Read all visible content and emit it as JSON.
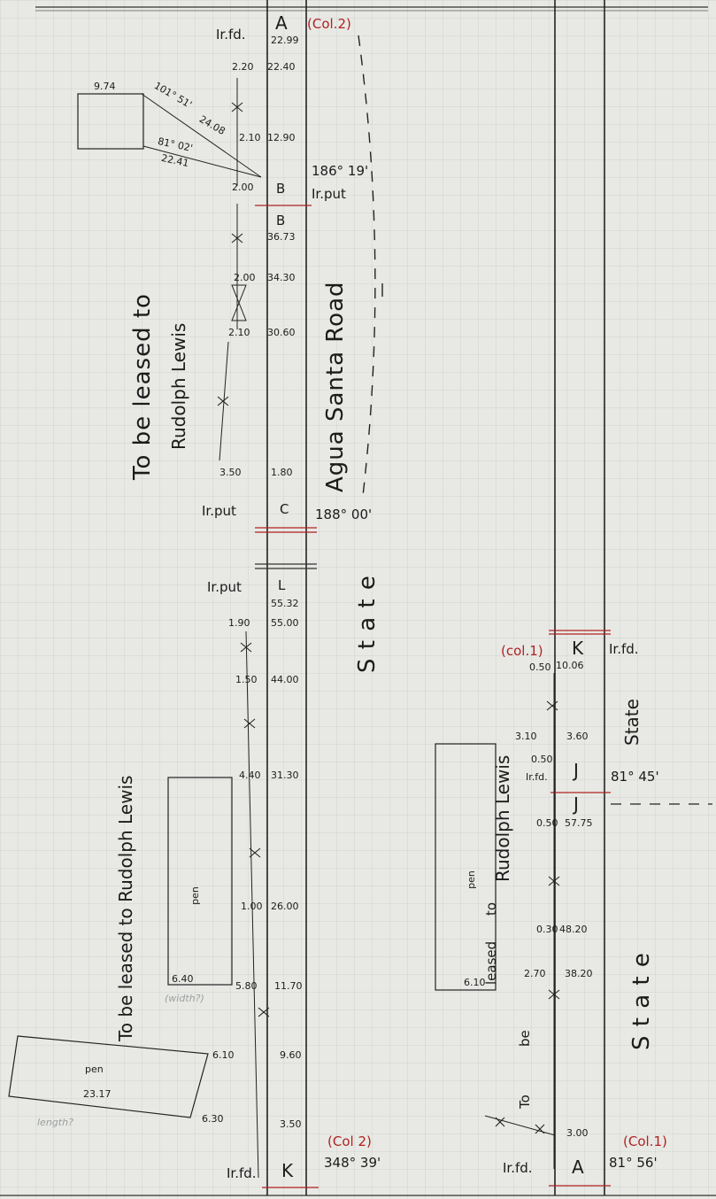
{
  "left_column": {
    "stations": {
      "A": "A",
      "B_upper": "B",
      "B_lower": "B",
      "C": "C",
      "L": "L",
      "K": "K"
    },
    "markers": {
      "ir_fd_top": "Ir.fd.",
      "col2_top": "(Col.2)",
      "ir_put_b": "Ir.put",
      "ir_put_c": "Ir.put",
      "ir_put_l": "Ir.put",
      "ir_fd_bottom": "Ir.fd.",
      "col2_bottom": "(Col 2)"
    },
    "chainage": [
      "22.99",
      "22.40",
      "12.90",
      "36.73",
      "34.30",
      "30.60",
      "1.80",
      "55.32",
      "55.00",
      "44.00",
      "31.30",
      "26.00",
      "11.70",
      "9.60",
      "3.50"
    ],
    "offsets": [
      "2.20",
      "2.10",
      "2.00",
      "2.00",
      "2.10",
      "3.50",
      "1.90",
      "1.50",
      "4.40",
      "1.00",
      "5.80",
      "6.10",
      "6.30"
    ],
    "bearings": {
      "b": "186° 19'",
      "c": "188° 00'",
      "k": "348° 39'"
    },
    "road_label": "Agua   Santa   Road",
    "state_label": "S t a t e",
    "lease_upper_1": "To be leased to",
    "lease_upper_2": "Rudolph Lewis",
    "lease_lower": "To be leased to Rudolph Lewis",
    "sketch": {
      "side_top": "9.74",
      "angle1": "101° 51'",
      "dist1": "24.08",
      "angle2": "81° 02'",
      "dist2": "22.41",
      "pen_label": "pen",
      "pen_width": "6.40",
      "pen_width_note": "(width?)",
      "pen2_label": "pen",
      "pen2_length": "23.17",
      "pen2_length_note": "length?"
    }
  },
  "right_column": {
    "col1_top": "(col.1)",
    "col1_bottom": "(Col.1)",
    "stations": {
      "K": "K",
      "J_upper": "J",
      "J_lower": "J",
      "A": "A"
    },
    "ir_fd_k": "Ir.fd.",
    "ir_fd_j": "Ir.fd.",
    "ir_fd_a": "Ir.fd.",
    "chainage": [
      "10.06",
      "3.60",
      "57.75",
      "48.20",
      "38.20",
      "3.00"
    ],
    "offsets": [
      "0.50",
      "3.10",
      "0.50",
      "0.50",
      "0.30",
      "2.70"
    ],
    "bearings": {
      "j": "81° 45'",
      "a": "81° 56'"
    },
    "state_upper": "State",
    "state_lower": "S t a t e",
    "lease_to": "To",
    "lease_be": "be",
    "lease_leased": "leased",
    "lease_to2": "to",
    "lease_name": "Rudolph Lewis",
    "pen_label": "pen",
    "pen_dim": "6.10"
  }
}
